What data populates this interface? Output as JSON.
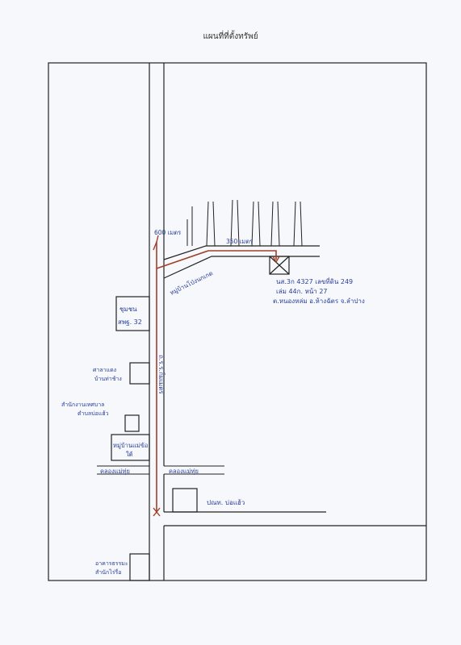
{
  "title": "แผนที่ที่ตั้งทรัพย์",
  "labels": {
    "dist_600": "600 เมตร",
    "dist_350": "350 เมตร",
    "village_road": "หมู่บ้านโป่งนกเกด",
    "main_road": "ถ.ร.ร.ก็มเมตร",
    "school_1": "ชุมชน",
    "school_2": "สพฐ. 32",
    "temple_1": "ศาลาแดง",
    "temple_2": "บ้านท่าช้าง",
    "office_1": "สำนักงานเทศบาล",
    "office_2": "ตำบลบ่อแฮ้ว",
    "hall_1": "หมู่บ้านแม่ข้อ",
    "hall_2": "ใต้",
    "canal_left": "คลองแม่ทุ่ย",
    "canal_right": "คลองแม่ทุ่ย",
    "post_office": "ปณท. บ่อแฮ้ว",
    "bldg_1": "อาคารธรรมะ",
    "bldg_2": "สำนักไร่รื่อ",
    "prop_line1": "นส.3ก  4327  เลขที่ดิน  249",
    "prop_line2": "เล่ม  44ก.  หน้า  27",
    "prop_line3": "ต.หนองหล่ม  อ.ห้างฉัตร  จ.ลำปาง"
  },
  "colors": {
    "ink": "#2a3f9a",
    "route": "#a0402a",
    "lines": "#222222"
  }
}
